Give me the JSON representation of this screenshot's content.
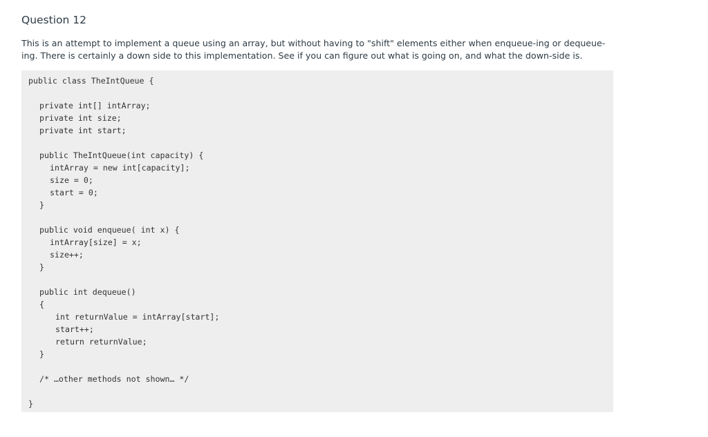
{
  "question": {
    "title": "Question 12",
    "text": "This is an attempt to implement a queue using an array, but without having to \"shift\" elements either when enqueue-ing or dequeue-ing. There is certainly a down side to this implementation. See if you can figure out what is going on, and what the down-side is."
  },
  "code": {
    "line1": "public class TheIntQueue {",
    "line2": "private int[] intArray;",
    "line3": "private int size;",
    "line4": "private int start;",
    "line5": "public TheIntQueue(int capacity) {",
    "line6": "intArray = new int[capacity];",
    "line7": "size = 0;",
    "line8": "start = 0;",
    "line9": "}",
    "line10": "public void enqueue( int x) {",
    "line11": "intArray[size] = x;",
    "line12": "size++;",
    "line13": "}",
    "line14": "public int dequeue()",
    "line15": "{",
    "line16": "int returnValue = intArray[start];",
    "line17": "start++;",
    "line18": "return returnValue;",
    "line19": "}",
    "line20": "/* …other methods not shown… */",
    "line21": "}"
  }
}
